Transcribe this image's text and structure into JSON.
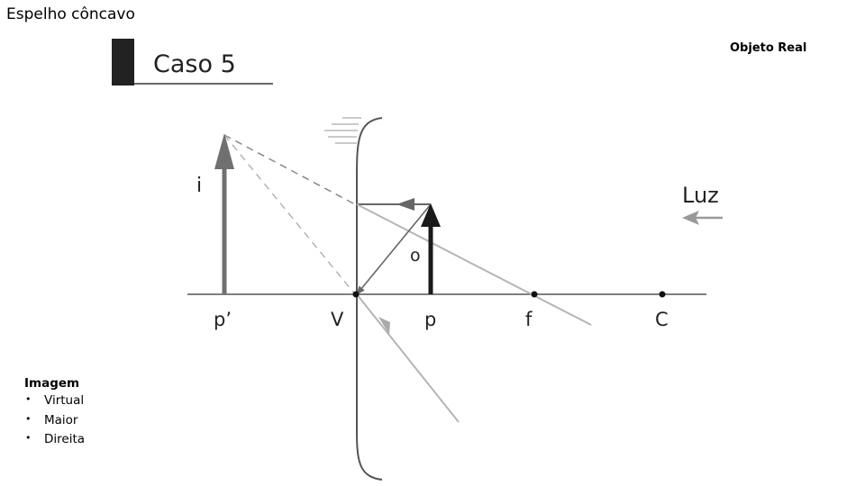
{
  "slide": {
    "title": "Espelho côncavo"
  },
  "case_label": "Caso 5",
  "object_type": "Objeto Real",
  "image_properties": {
    "heading": "Imagem",
    "items": [
      "Virtual",
      "Maior",
      "Direita"
    ]
  },
  "diagram": {
    "light_label": "Luz",
    "image_label": "i",
    "object_label": "o",
    "axis_labels": {
      "image_position": "p’",
      "vertex": "V",
      "object_position": "p",
      "focus": "f",
      "center": "C"
    },
    "colors": {
      "axis": "#555555",
      "mirror": "#555555",
      "ray_dark": "#666666",
      "ray_light": "#b5b5b5",
      "object_arrow": "#1a1a1a",
      "image_arrow": "#707070",
      "case_block": "#222222"
    }
  }
}
